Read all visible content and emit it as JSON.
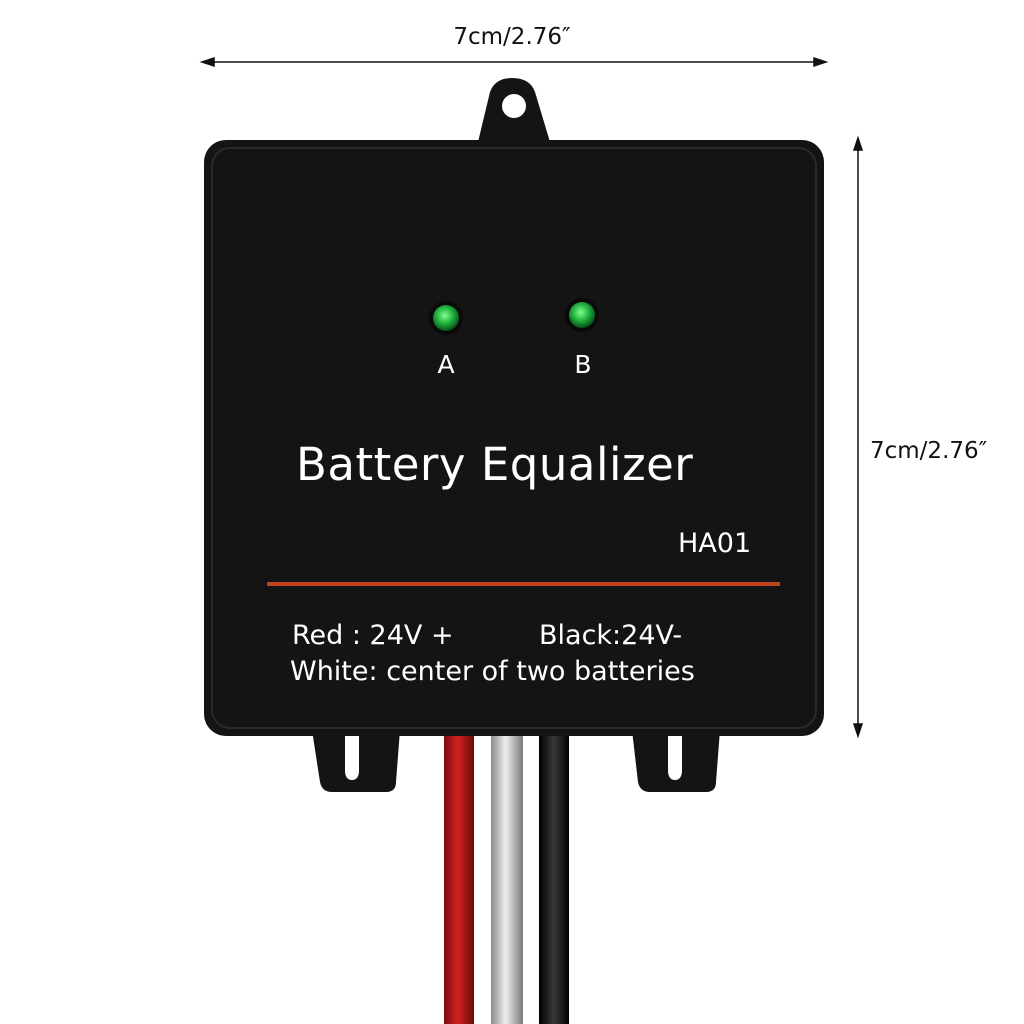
{
  "dimensions": {
    "width_label": "7cm/2.76″",
    "height_label": "7cm/2.76″"
  },
  "device": {
    "led_a_label": "A",
    "led_b_label": "B",
    "title": "Battery Equalizer",
    "model": "HA01",
    "wiring_red": "Red : 24V +",
    "wiring_black": "Black:24V-",
    "wiring_white": "White: center of two batteries"
  },
  "colors": {
    "body": "#141414",
    "led": "#1fae3c",
    "divider": "#c0411c",
    "wire_red": "#c21a1a",
    "wire_white": "#c8c8c8",
    "wire_black": "#101010"
  }
}
